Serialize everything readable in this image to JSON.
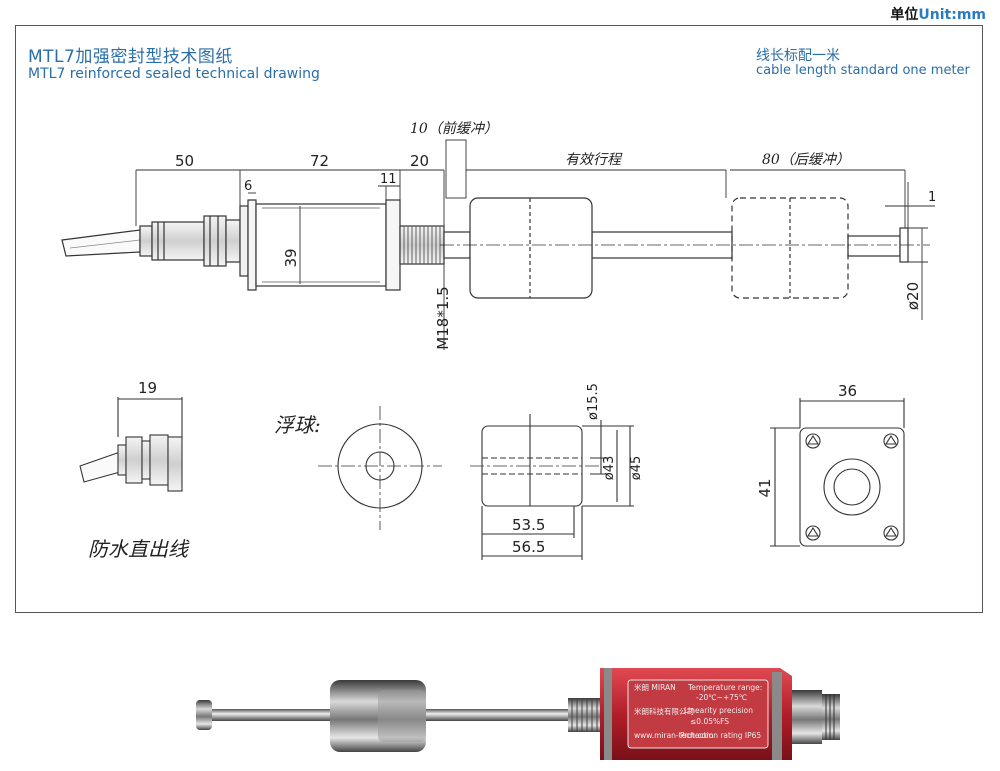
{
  "header": {
    "unit_cn": "单位",
    "unit_en": "Unit:mm"
  },
  "titles": {
    "title_cn": "MTL7加强密封型技术图纸",
    "title_en": "MTL7 reinforced sealed technical drawing",
    "cable_cn": "线长标配一米",
    "cable_en": "cable length standard one meter"
  },
  "dimensions": {
    "d50": "50",
    "d72": "72",
    "d20": "20",
    "d6": "6",
    "d11": "11",
    "d39": "39",
    "front_buffer": "10（前缓冲）",
    "stroke": "有效行程",
    "rear_buffer": "80（后缓冲）",
    "d1": "1",
    "thread": "M18*1.5",
    "dia20": "ø20",
    "d19": "19",
    "dia15_5": "ø15.5",
    "dia43": "ø43",
    "dia45": "ø45",
    "d53_5": "53.5",
    "d56_5": "56.5",
    "d36": "36",
    "d41": "41"
  },
  "labels": {
    "float": "浮球:",
    "waterproof": "防水直出线"
  },
  "product_label": {
    "brand": "米朗 MIRAN",
    "company": "米朗科技有限公司",
    "site": "www.miran-tech.com",
    "temp": "Temperature range:",
    "temp_val": "-20℃~+75℃",
    "linearity": "Linearity precision",
    "linearity_val": "≤0.05%FS",
    "protection": "Protection rating IP65"
  },
  "colors": {
    "title_blue": "#2a6ea8",
    "housing_red": "#b21e2a"
  }
}
